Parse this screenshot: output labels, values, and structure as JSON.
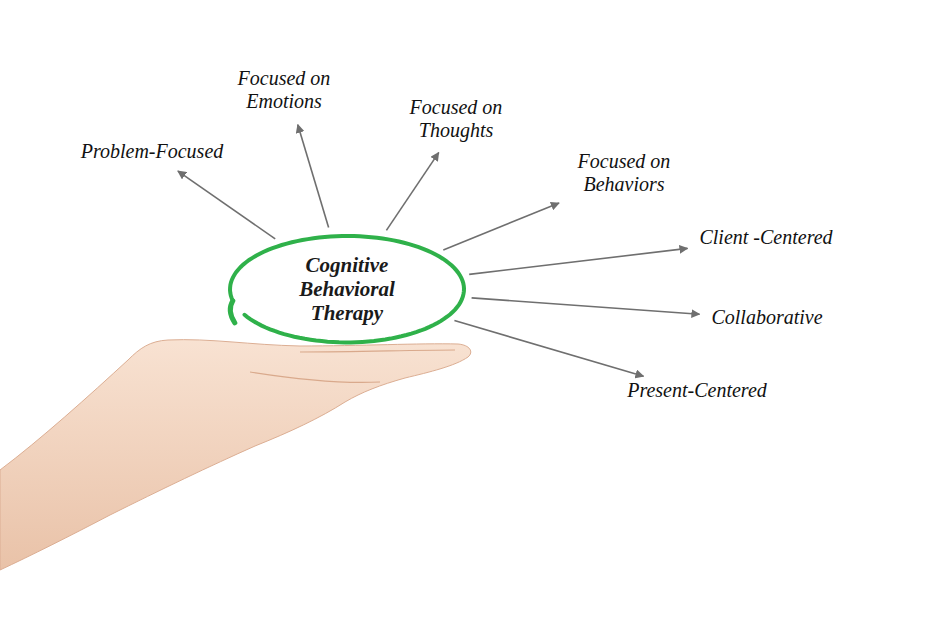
{
  "diagram": {
    "nodes": [
      {
        "text": [
          "Cognitive Behavioral Therapy"
        ]
      },
      {
        "text": [
          "Problem-Focused"
        ]
      },
      {
        "text": [
          "Focused on Emotions"
        ]
      },
      {
        "text": [
          "Focused on Thoughts"
        ]
      },
      {
        "text": [
          "Focused on Behaviors"
        ]
      },
      {
        "text": [
          "Client -Centered"
        ]
      },
      {
        "text": [
          "Collaborative"
        ]
      },
      {
        "text": [
          "Present-Centered"
        ]
      }
    ],
    "edges": [
      {
        "from": 0,
        "to": 1,
        "arrow": "to"
      },
      {
        "from": 0,
        "to": 2,
        "arrow": "to"
      },
      {
        "from": 0,
        "to": 3,
        "arrow": "to"
      },
      {
        "from": 0,
        "to": 4,
        "arrow": "to"
      },
      {
        "from": 0,
        "to": 5,
        "arrow": "to"
      },
      {
        "from": 0,
        "to": 6,
        "arrow": "to"
      },
      {
        "from": 0,
        "to": 7,
        "arrow": "to"
      }
    ]
  }
}
